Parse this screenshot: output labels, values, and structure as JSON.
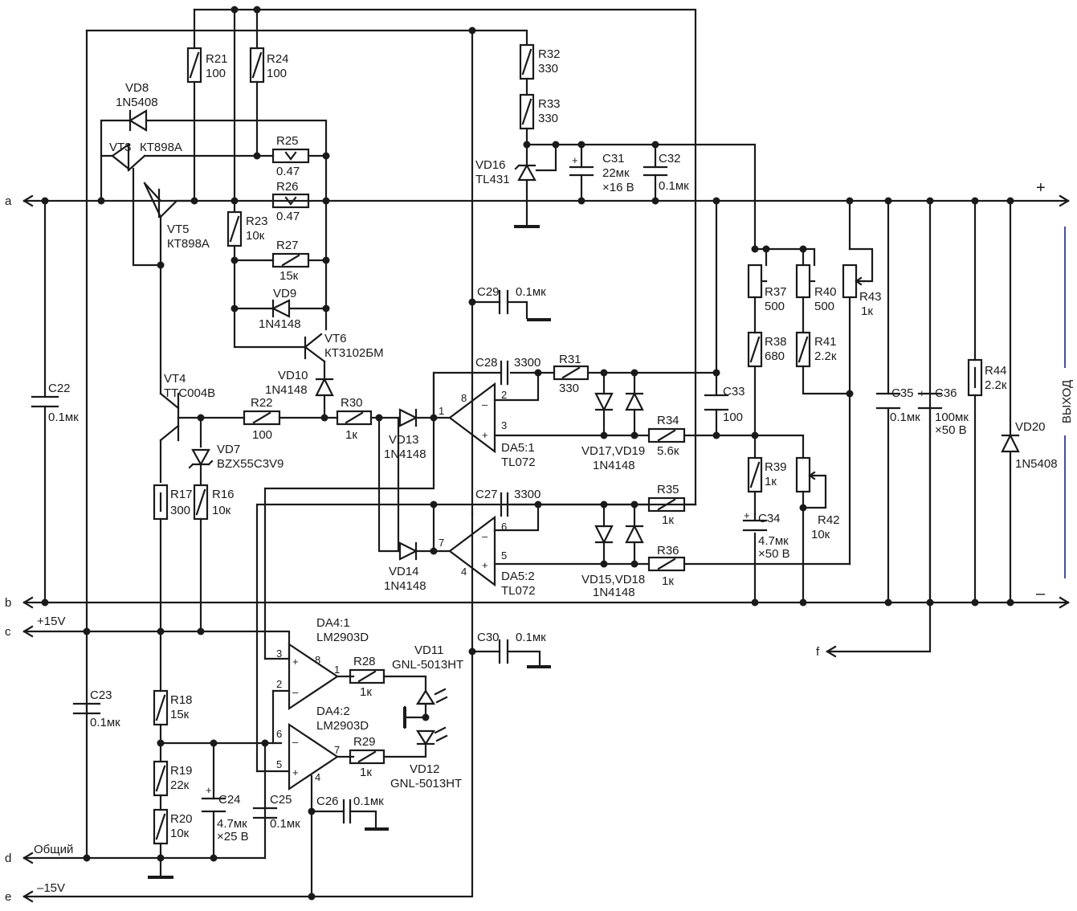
{
  "terminals": {
    "a": "a",
    "b": "b",
    "c": "c",
    "d": "d",
    "e": "e",
    "f": "f",
    "c_label": "+15V",
    "d_label": "Общий",
    "e_label": "–15V",
    "plus": "+",
    "minus": "–",
    "output": "ВЫХОД"
  },
  "resistors": {
    "R21": {
      "ref": "R21",
      "val": "100"
    },
    "R24": {
      "ref": "R24",
      "val": "100"
    },
    "R25": {
      "ref": "R25",
      "val": "0.47"
    },
    "R26": {
      "ref": "R26",
      "val": "0.47"
    },
    "R23": {
      "ref": "R23",
      "val": "10к"
    },
    "R27": {
      "ref": "R27",
      "val": "15к"
    },
    "R22": {
      "ref": "R22",
      "val": "100"
    },
    "R30": {
      "ref": "R30",
      "val": "1к"
    },
    "R17": {
      "ref": "R17",
      "val": "300"
    },
    "R16": {
      "ref": "R16",
      "val": "10к"
    },
    "R18": {
      "ref": "R18",
      "val": "15к"
    },
    "R19": {
      "ref": "R19",
      "val": "22к"
    },
    "R20": {
      "ref": "R20",
      "val": "10к"
    },
    "R28": {
      "ref": "R28",
      "val": "1к"
    },
    "R29": {
      "ref": "R29",
      "val": "1к"
    },
    "R32": {
      "ref": "R32",
      "val": "330"
    },
    "R33": {
      "ref": "R33",
      "val": "330"
    },
    "R31": {
      "ref": "R31",
      "val": "330"
    },
    "R34": {
      "ref": "R34",
      "val": "5.6к"
    },
    "R35": {
      "ref": "R35",
      "val": "1к"
    },
    "R36": {
      "ref": "R36",
      "val": "1к"
    },
    "R37": {
      "ref": "R37",
      "val": "500"
    },
    "R38": {
      "ref": "R38",
      "val": "680"
    },
    "R39": {
      "ref": "R39",
      "val": "1к"
    },
    "R40": {
      "ref": "R40",
      "val": "500"
    },
    "R41": {
      "ref": "R41",
      "val": "2.2к"
    },
    "R42": {
      "ref": "R42",
      "val": "10к"
    },
    "R43": {
      "ref": "R43",
      "val": "1к"
    },
    "R44": {
      "ref": "R44",
      "val": "2.2к"
    }
  },
  "capacitors": {
    "C22": {
      "ref": "C22",
      "val": "0.1мк"
    },
    "C23": {
      "ref": "C23",
      "val": "0.1мк"
    },
    "C24": {
      "ref": "C24",
      "val": "4.7мк",
      "val2": "×25 В"
    },
    "C25": {
      "ref": "C25",
      "val": "0.1мк"
    },
    "C26": {
      "ref": "C26",
      "val": "0.1мк"
    },
    "C27": {
      "ref": "C27",
      "val": "3300"
    },
    "C28": {
      "ref": "C28",
      "val": "3300"
    },
    "C29": {
      "ref": "C29",
      "val": "0.1мк"
    },
    "C30": {
      "ref": "C30",
      "val": "0.1мк"
    },
    "C31": {
      "ref": "C31",
      "val": "22мк",
      "val2": "×16 В"
    },
    "C32": {
      "ref": "C32",
      "val": "0.1мк"
    },
    "C33": {
      "ref": "C33",
      "val": "100"
    },
    "C34": {
      "ref": "C34",
      "val": "4.7мк",
      "val2": "×50 В"
    },
    "C35": {
      "ref": "C35",
      "val": "0.1мк"
    },
    "C36": {
      "ref": "C36",
      "val": "100мк",
      "val2": "×50 В"
    }
  },
  "semis": {
    "VD8": {
      "ref": "VD8",
      "val": "1N5408"
    },
    "VD9": {
      "ref": "VD9",
      "val": "1N4148"
    },
    "VD10": {
      "ref": "VD10",
      "val": "1N4148"
    },
    "VD7": {
      "ref": "VD7",
      "val": "BZX55C3V9"
    },
    "VD13": {
      "ref": "VD13",
      "val": "1N4148"
    },
    "VD14": {
      "ref": "VD14",
      "val": "1N4148"
    },
    "VD16": {
      "ref": "VD16",
      "val": "TL431"
    },
    "VD17_19": {
      "ref": "VD17,VD19",
      "val": "1N4148"
    },
    "VD15_18": {
      "ref": "VD15,VD18",
      "val": "1N4148"
    },
    "VD11": {
      "ref": "VD11",
      "val": "GNL-5013HT"
    },
    "VD12": {
      "ref": "VD12",
      "val": "GNL-5013HT"
    },
    "VD20": {
      "ref": "VD20",
      "val": "1N5408"
    },
    "VT3": {
      "ref": "VT3",
      "val": "КТ898А"
    },
    "VT5": {
      "ref": "VT5",
      "val": "КТ898А"
    },
    "VT4": {
      "ref": "VT4",
      "val": "TTC004B"
    },
    "VT6": {
      "ref": "VT6",
      "val": "КТ3102БМ"
    },
    "DA5_1": {
      "ref": "DA5:1",
      "val": "TL072"
    },
    "DA5_2": {
      "ref": "DA5:2",
      "val": "TL072"
    },
    "DA4_1": {
      "ref": "DA4:1",
      "val": "LM2903D"
    },
    "DA4_2": {
      "ref": "DA4:2",
      "val": "LM2903D"
    }
  },
  "pins": {
    "p1": "1",
    "p2": "2",
    "p3": "3",
    "p4": "4",
    "p5": "5",
    "p6": "6",
    "p7": "7",
    "p8": "8",
    "op_minus": "–",
    "op_plus": "+",
    "cap_plus": "+"
  }
}
